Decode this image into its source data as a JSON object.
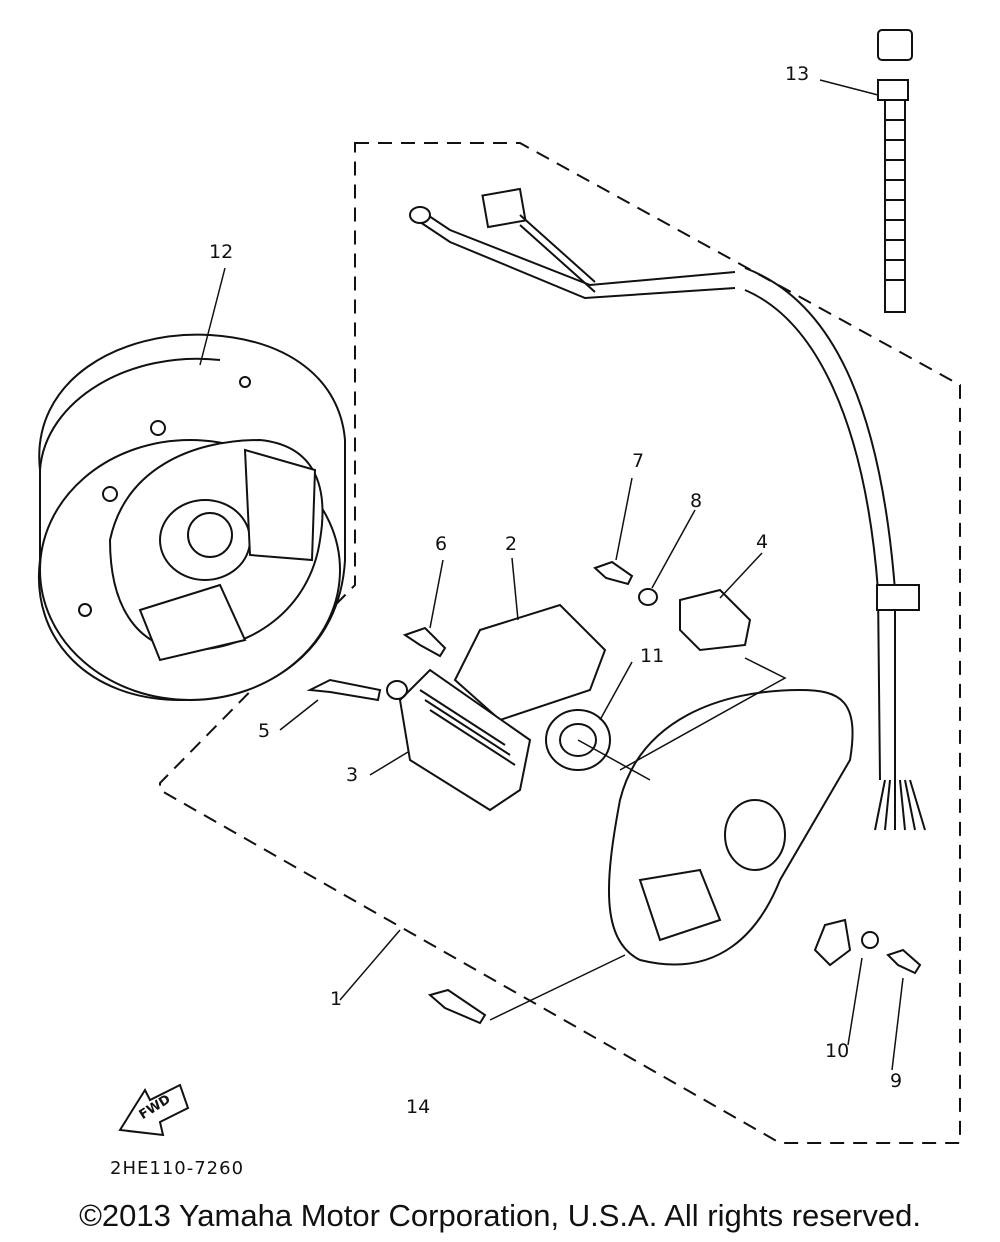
{
  "callouts": {
    "c1": "1",
    "c2": "2",
    "c3": "3",
    "c4": "4",
    "c5": "5",
    "c6": "6",
    "c7": "7",
    "c8": "8",
    "c9": "9",
    "c10": "10",
    "c11": "11",
    "c12": "12",
    "c13": "13",
    "c14": "14"
  },
  "fwd_label": "FWD",
  "diagram_code": "2HE110-7260",
  "copyright": "©2013 Yamaha Motor Corporation, U.S.A. All rights reserved."
}
